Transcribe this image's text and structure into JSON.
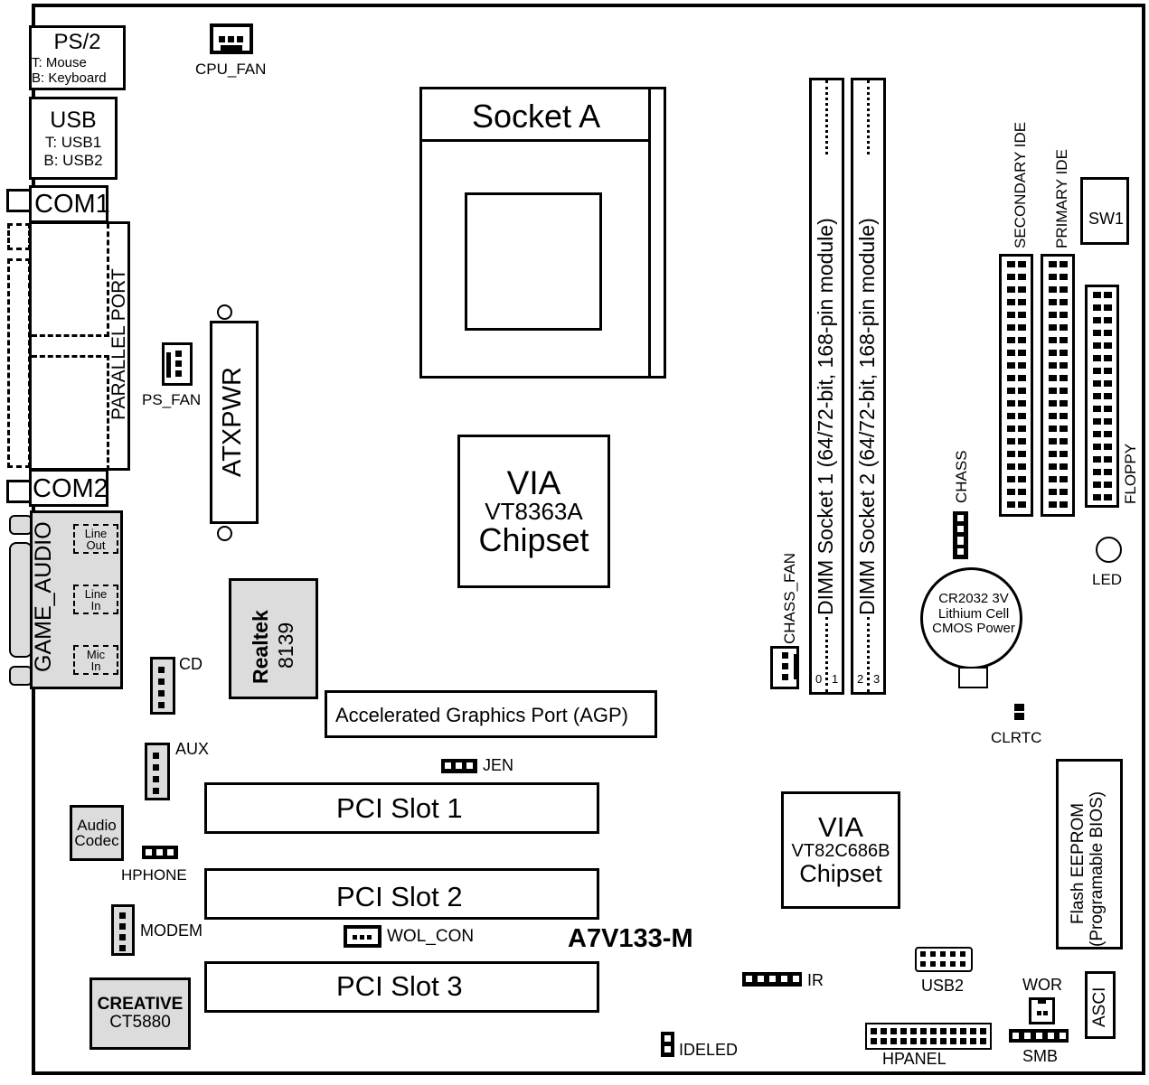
{
  "board": {
    "model": "A7V133-M"
  },
  "rear_io": {
    "ps2": {
      "title": "PS/2",
      "top": "T:  Mouse",
      "bottom": "B: Keyboard"
    },
    "usb": {
      "title": "USB",
      "top": "T: USB1",
      "bottom": "B: USB2"
    },
    "com1": "COM1",
    "parallel": "PARALLEL PORT",
    "com2": "COM2",
    "game_audio": "GAME_AUDIO",
    "line_out": [
      "Line",
      "Out"
    ],
    "line_in": [
      "Line",
      "In"
    ],
    "mic_in": [
      "Mic",
      "In"
    ]
  },
  "headers": {
    "cpu_fan": "CPU_FAN",
    "ps_fan": "PS_FAN",
    "atxpwr": "ATXPWR",
    "cd": "CD",
    "aux": "AUX",
    "hphone": "HPHONE",
    "modem": "MODEM",
    "jen": "JEN",
    "wol_con": "WOL_CON",
    "ir": "IR",
    "ideled": "IDELED",
    "usb2": "USB2",
    "hpanel": "HPANEL",
    "wor": "WOR",
    "smb": "SMB",
    "asci": "ASCI",
    "chass_fan": "CHASS_FAN",
    "chass": "CHASS",
    "clrtc": "CLRTC",
    "led": "LED",
    "sw1": "SW1",
    "secondary_ide": "SECONDARY IDE",
    "primary_ide": "PRIMARY IDE",
    "floppy": "FLOPPY"
  },
  "chips": {
    "socket": "Socket A",
    "north": {
      "brand": "VIA",
      "model": "VT8363A",
      "type": "Chipset"
    },
    "south": {
      "brand": "VIA",
      "model": "VT82C686B",
      "type": "Chipset"
    },
    "realtek": {
      "brand": "Realtek",
      "model": "8139"
    },
    "audio_codec": [
      "Audio",
      "Codec"
    ],
    "creative": {
      "brand": "CREATIVE",
      "model": "CT5880"
    },
    "bios": [
      "Flash EEPROM",
      "(Programable BIOS)"
    ],
    "battery": [
      "CR2032 3V",
      "Lithium Cell",
      "CMOS Power"
    ]
  },
  "slots": {
    "agp": "Accelerated Graphics Port (AGP)",
    "pci": [
      "PCI Slot 1",
      "PCI Slot 2",
      "PCI Slot 3"
    ],
    "dimm1": "DIMM Socket 1 (64/72-bit, 168-pin module)",
    "dimm2": "DIMM Socket 2 (64/72-bit, 168-pin module)",
    "dimm1_banks": [
      "0",
      "1"
    ],
    "dimm2_banks": [
      "2",
      "3"
    ]
  }
}
